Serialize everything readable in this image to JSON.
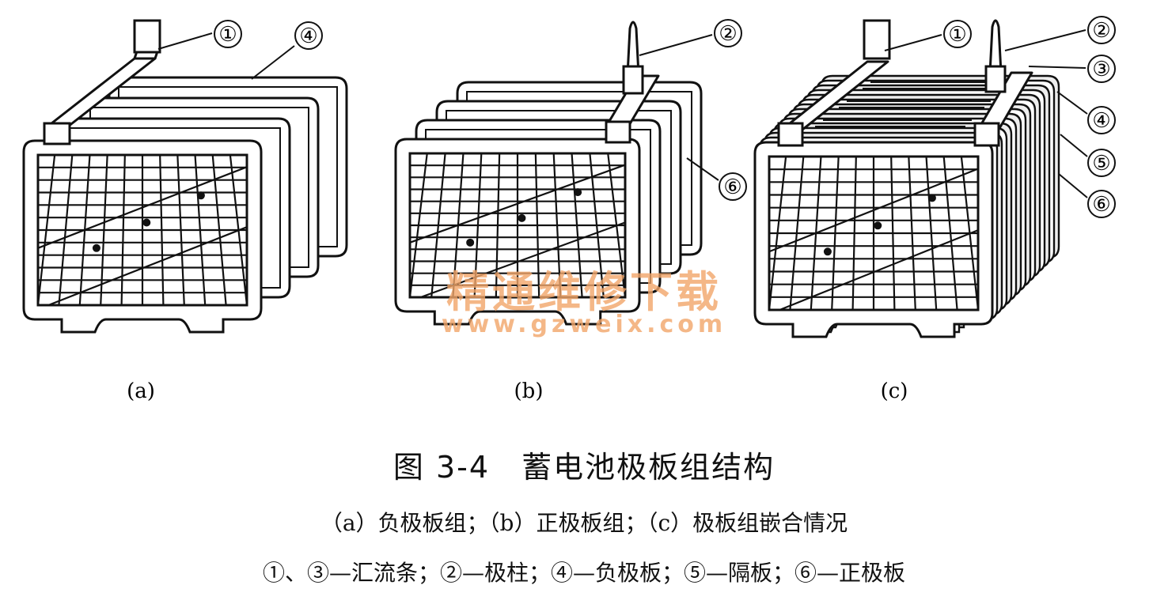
{
  "callouts": {
    "a_1": "①",
    "a_4": "④",
    "b_2": "②",
    "b_6": "⑥",
    "c_1": "①",
    "c_2": "②",
    "c_3": "③",
    "c_4": "④",
    "c_5": "⑤",
    "c_6": "⑥"
  },
  "panel_labels": {
    "a": "(a)",
    "b": "(b)",
    "c": "(c)"
  },
  "watermark": {
    "text": "精通维修下载",
    "url": "www.gzweix.com",
    "color": "#f2a66a"
  },
  "caption": {
    "title": "图 3-4　蓄电池极板组结构",
    "panels": "（a）负极板组；（b）正极板组；（c）极板组嵌合情况",
    "legend": "①、③—汇流条；②—极柱；④—负极板；⑤—隔板；⑥—正极板"
  }
}
